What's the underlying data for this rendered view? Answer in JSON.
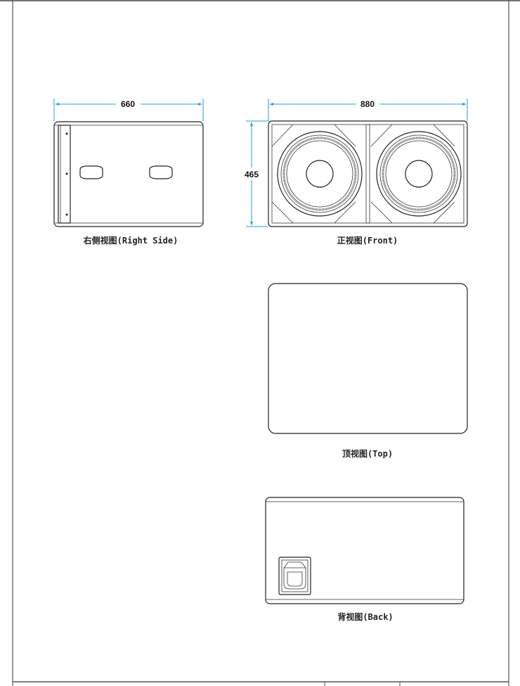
{
  "views": {
    "right_side": {
      "label": "右侧视图(Right Side)",
      "width_dim": "660"
    },
    "front": {
      "label": "正视图(Front)",
      "width_dim": "880",
      "height_dim": "465"
    },
    "top": {
      "label": "顶视图(Top)"
    },
    "back": {
      "label": "背视图(Back)"
    }
  },
  "colors": {
    "dimension": "#2a9fd8",
    "line": "#222222"
  }
}
